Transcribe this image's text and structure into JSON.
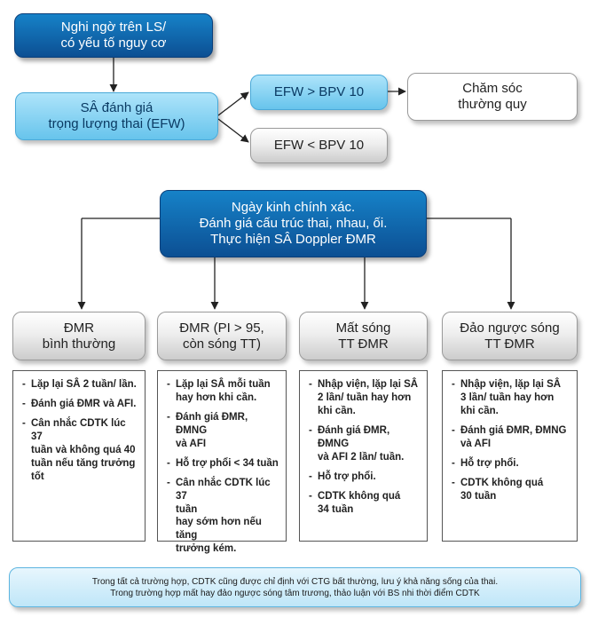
{
  "top_box": {
    "line1": "Nghi ngờ trên LS/",
    "line2": "có yếu tố nguy cơ"
  },
  "efw_box": {
    "line1": "SÂ đánh giá",
    "line2": "trọng lượng thai (EFW)"
  },
  "efw_high": {
    "label": "EFW > BPV 10"
  },
  "efw_low": {
    "label": "EFW < BPV 10"
  },
  "routine_box": {
    "line1": "Chăm sóc",
    "line2": "thường quy"
  },
  "center_box": {
    "line1": "Ngày kinh chính xác.",
    "line2": "Đánh giá cấu trúc thai, nhau, ối.",
    "line3": "Thực hiện SÂ Doppler ĐMR"
  },
  "columns": [
    {
      "heading": {
        "line1": "ĐMR",
        "line2": "bình thường"
      },
      "items": [
        "Lặp lại SÂ 2 tuần/ lần.",
        "Đánh giá ĐMR và AFI.",
        "Cân nhắc CDTK lúc 37\ntuần và không quá 40\ntuần nếu tăng trưởng\ntốt"
      ]
    },
    {
      "heading": {
        "line1": "ĐMR (PI > 95,",
        "line2": "còn sóng TT)"
      },
      "items": [
        "Lặp lại SÂ mỗi tuần\nhay hơn khi cần.",
        "Đánh giá ĐMR, ĐMNG\nvà AFI",
        "Hỗ trợ phổi < 34 tuần",
        "Cân nhắc CDTK lúc 37\ntuần\nhay sớm hơn nếu tăng\ntrưởng kém."
      ]
    },
    {
      "heading": {
        "line1": "Mất sóng",
        "line2": "TT ĐMR"
      },
      "items": [
        "Nhập viện, lặp lại SÂ\n2 lần/ tuần hay hơn\nkhi cần.",
        "Đánh giá ĐMR, ĐMNG\nvà AFI 2 lần/ tuần.",
        "Hỗ trợ phổi.",
        "CDTK không quá\n34 tuần"
      ]
    },
    {
      "heading": {
        "line1": "Đảo ngược sóng",
        "line2": "TT ĐMR"
      },
      "items": [
        "Nhập viện, lặp lại SÂ\n3 lần/ tuần hay hơn\nkhi cần.",
        "Đánh giá ĐMR, ĐMNG\nvà AFI",
        "Hỗ trợ phổi.",
        "CDTK không quá\n30 tuần"
      ]
    }
  ],
  "footer": {
    "line1": "Trong tất cả trường hợp, CDTK cũng được chỉ định với CTG bất thường, lưu ý khả năng sống của thai.",
    "line2": "Trong trường hợp mất hay đảo ngược sóng tâm trương, thảo luận với BS nhi thời điểm CDTK"
  },
  "colors": {
    "dark_blue": "#0c4f93",
    "light_blue": "#67c4ec",
    "gray": "#cccccc",
    "connector": "#222222"
  }
}
